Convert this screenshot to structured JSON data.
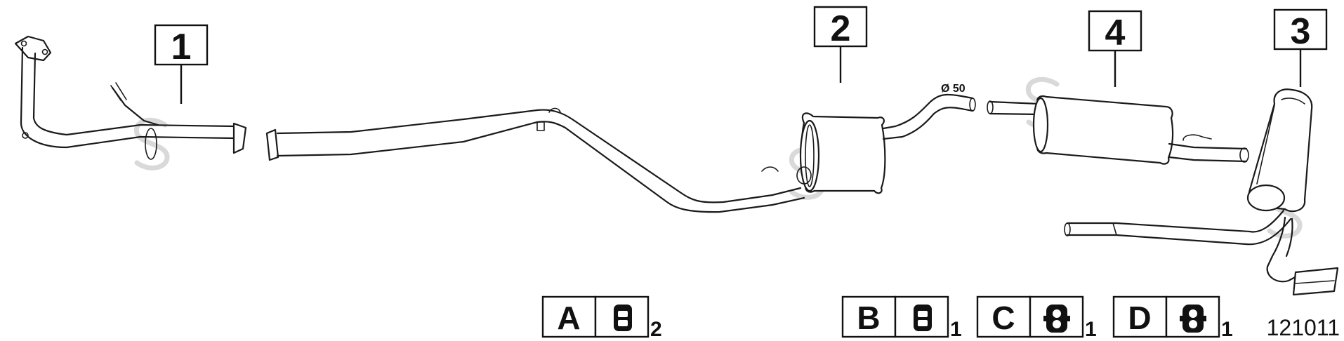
{
  "callouts": [
    {
      "label": "1"
    },
    {
      "label": "2"
    },
    {
      "label": "4"
    },
    {
      "label": "3"
    }
  ],
  "diameter_note": "Ø 50",
  "legend": [
    {
      "letter": "A",
      "qty": "2"
    },
    {
      "letter": "B",
      "qty": "1"
    },
    {
      "letter": "C",
      "qty": "1"
    },
    {
      "letter": "D",
      "qty": "1"
    }
  ],
  "diagram_number": "121011"
}
